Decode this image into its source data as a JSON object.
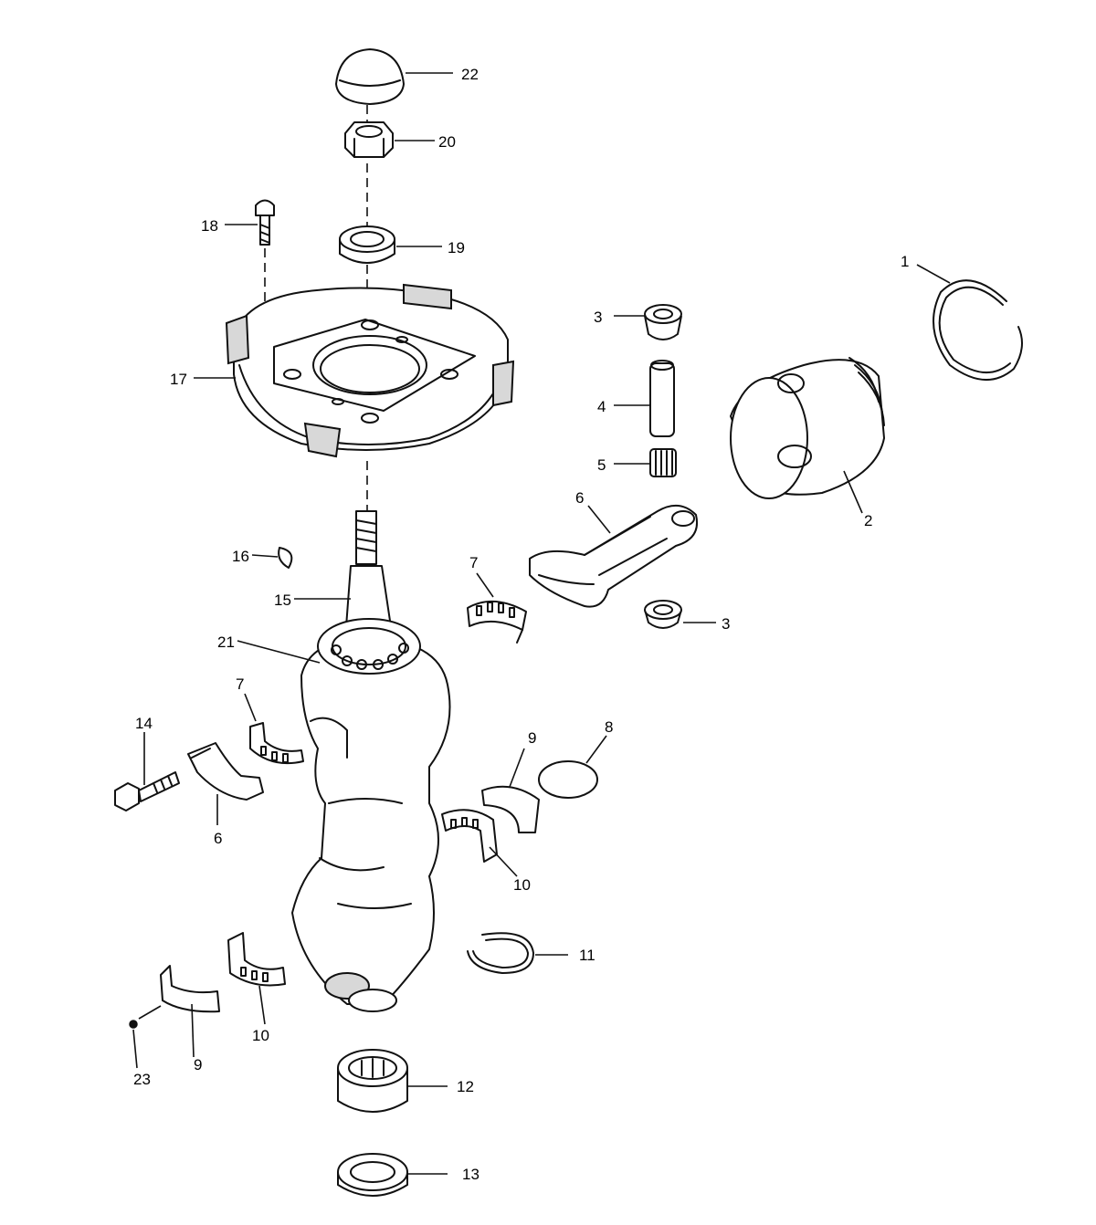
{
  "callouts": {
    "c1": "1",
    "c2": "2",
    "c3a": "3",
    "c3b": "3",
    "c4": "4",
    "c5": "5",
    "c6a": "6",
    "c6b": "6",
    "c7a": "7",
    "c7b": "7",
    "c8": "8",
    "c9a": "9",
    "c9b": "9",
    "c10a": "10",
    "c10b": "10",
    "c11": "11",
    "c12": "12",
    "c13": "13",
    "c14": "14",
    "c15": "15",
    "c16": "16",
    "c17": "17",
    "c18": "18",
    "c19": "19",
    "c20": "20",
    "c21": "21",
    "c22": "22",
    "c23": "23"
  },
  "colors": {
    "ink": "#111111",
    "background": "#ffffff"
  }
}
